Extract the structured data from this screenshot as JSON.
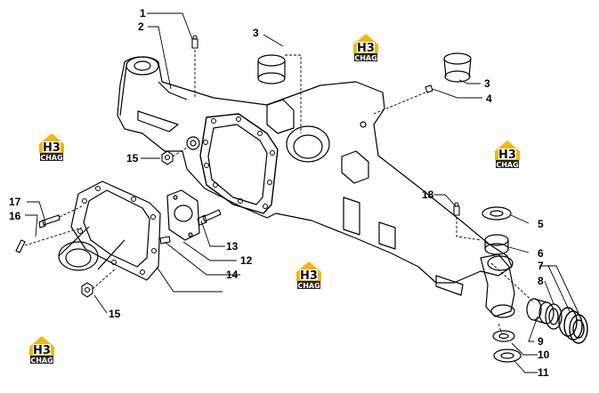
{
  "callouts": {
    "c1": "1",
    "c2": "2",
    "c3a": "3",
    "c3b": "3",
    "c4": "4",
    "c5": "5",
    "c6": "6",
    "c7": "7",
    "c8": "8",
    "c9": "9",
    "c10": "10",
    "c11": "11",
    "c12": "12",
    "c13": "13",
    "c14": "14",
    "c15a": "15",
    "c15b": "15",
    "c16": "16",
    "c17": "17",
    "c18": "18"
  },
  "watermark": {
    "letters": "H3",
    "text": "CHAG",
    "color": "#f2b705"
  }
}
